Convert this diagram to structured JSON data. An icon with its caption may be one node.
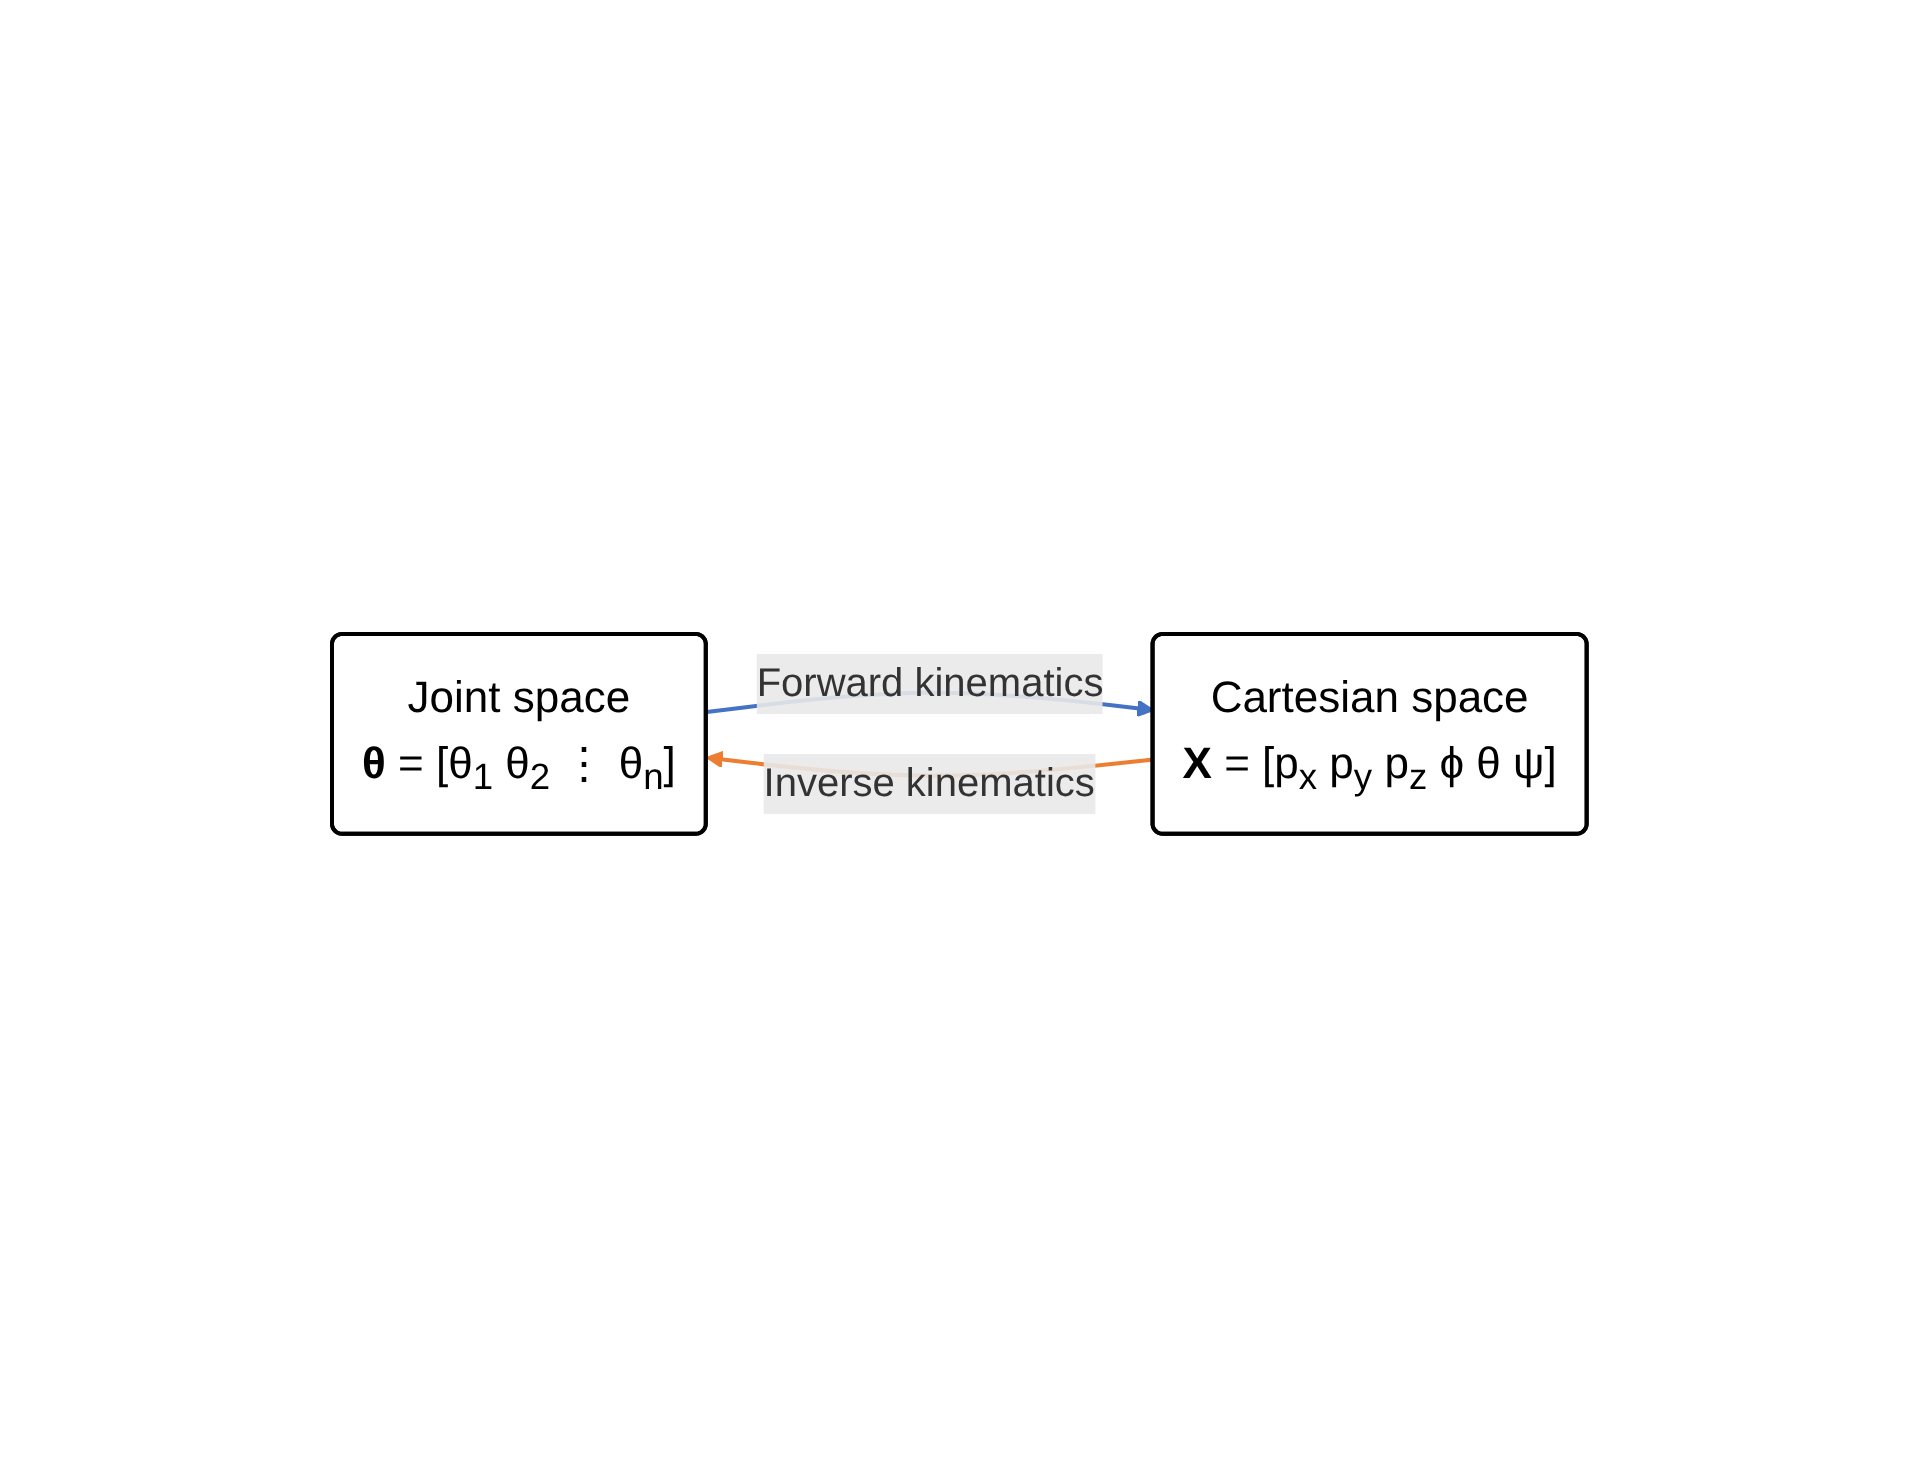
{
  "diagram": {
    "nodes": [
      {
        "text": [
          "Joint space",
          "**θ** = [θ$_{1}$ θ$_{2}$ ⋮ θ$_{n}$]"
        ]
      },
      {
        "text": [
          "Cartesian space",
          "**X** = [p$_{x}$ p$_{y}$ p$_{z}$ ϕ θ ψ]"
        ]
      }
    ],
    "edges": [
      {
        "from": 0,
        "to": 1,
        "arrow": "to",
        "label": "Forward kinematics",
        "color": "#4472c4"
      },
      {
        "from": 1,
        "to": 0,
        "arrow": "to",
        "label": "Inverse kinematics",
        "color": "#ed7d31"
      }
    ]
  }
}
